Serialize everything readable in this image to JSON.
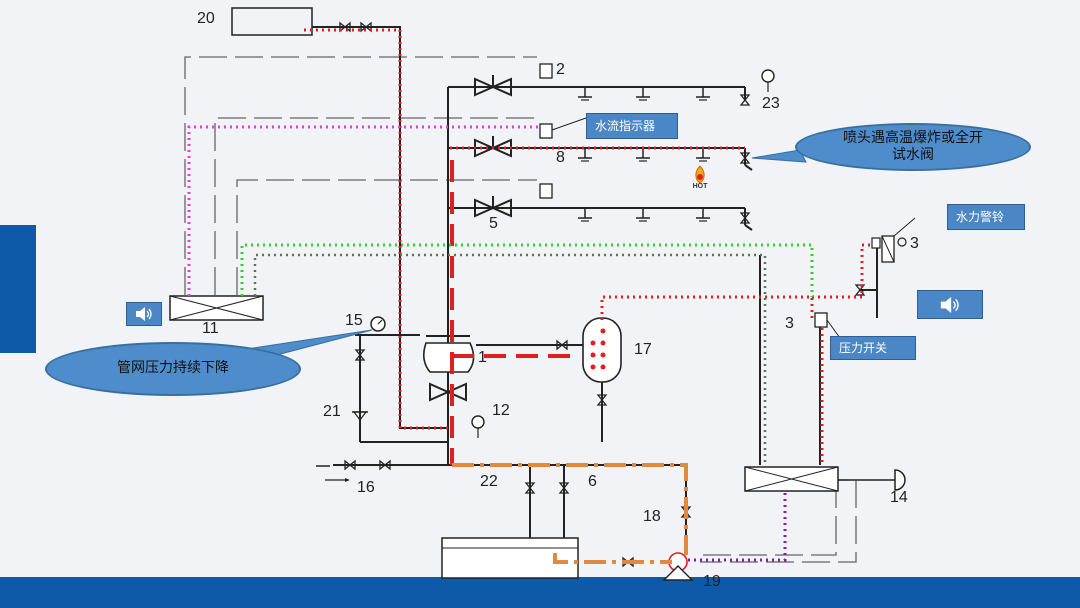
{
  "labels": {
    "water_flow_indicator": "水流指示器",
    "water_alarm_bell": "水力警铃",
    "pressure_switch": "压力开关",
    "sprinkler_burst_callout": "喷头遇高温爆炸或全开试水阀",
    "pressure_drop_callout": "管网压力持续下降",
    "hot_badge": "HOT"
  },
  "component_numbers": {
    "n20": "20",
    "n2": "2",
    "n23": "23",
    "n8": "8",
    "n5": "5",
    "n3a": "3",
    "n3b": "3",
    "n11": "11",
    "n15": "15",
    "n1": "1",
    "n17": "17",
    "n21": "21",
    "n12": "12",
    "n16": "16",
    "n22": "22",
    "n6": "6",
    "n18": "18",
    "n14": "14",
    "n19": "19"
  },
  "colors": {
    "accent_blue": "#0f5aa8",
    "callout_blue": "#4f8ccb",
    "pipe_black": "#222222",
    "flow_red": "#e02020",
    "signal_magenta": "#e040e0",
    "signal_green": "#33cc33",
    "signal_olive": "#557755",
    "suction_orange": "#e08a40",
    "signal_purple": "#8020a0"
  },
  "icons": [
    "speaker-icon",
    "hot-sprinkler-icon",
    "pressure-gauge-icon",
    "gate-valve-icon",
    "sprinkler-head-icon",
    "pump-icon"
  ]
}
